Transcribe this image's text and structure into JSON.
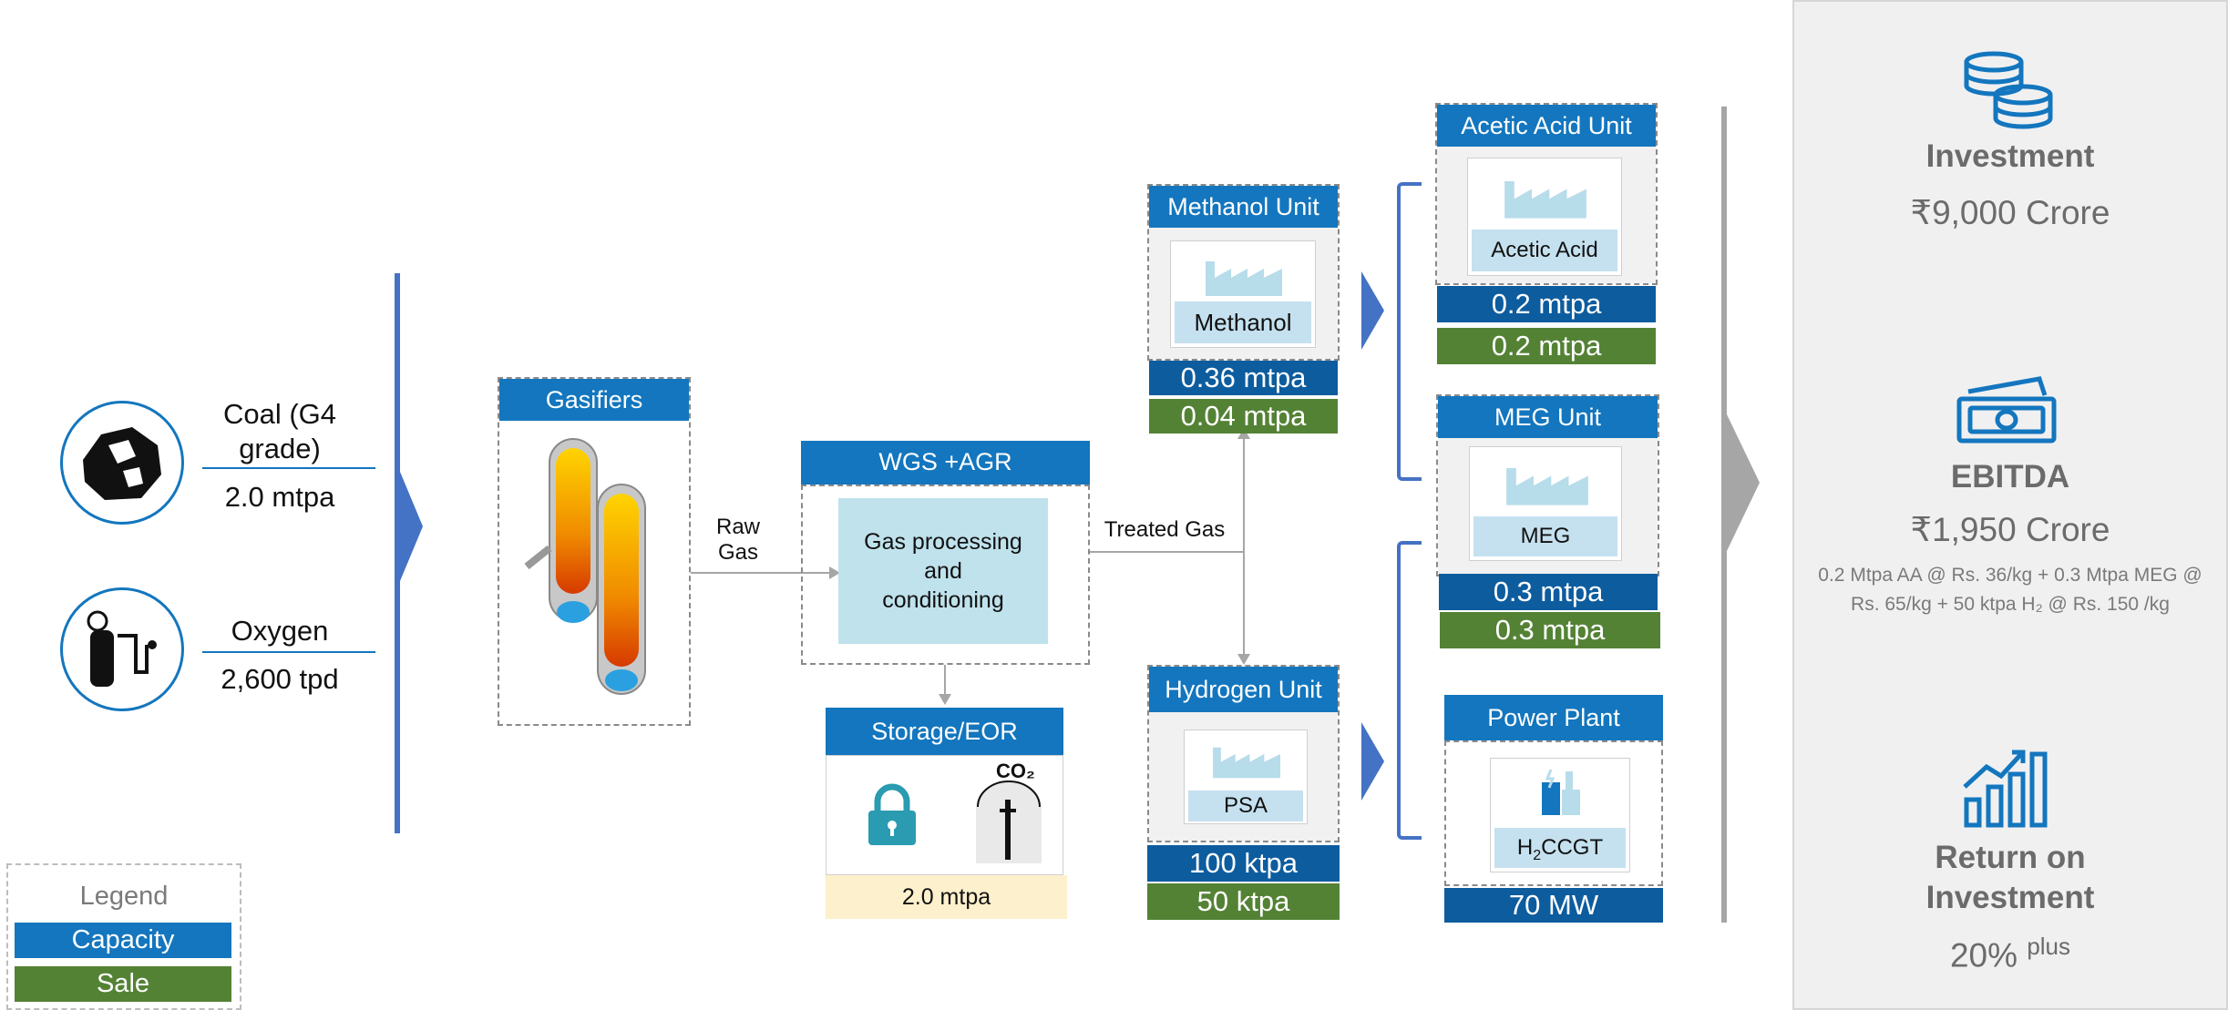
{
  "inputs": {
    "coal": {
      "label": "Coal (G4 grade)",
      "value": "2.0 mtpa"
    },
    "oxygen": {
      "label": "Oxygen",
      "value": "2,600 tpd"
    }
  },
  "gasifiers": {
    "title": "Gasifiers"
  },
  "raw_gas": "Raw Gas",
  "wgs": {
    "title": "WGS +AGR",
    "body": "Gas processing and conditioning"
  },
  "treated_gas": "Treated Gas",
  "storage": {
    "title": "Storage/EOR",
    "co2": "CO₂",
    "capacity": "2.0 mtpa"
  },
  "methanol": {
    "title": "Methanol Unit",
    "caption": "Methanol",
    "capacity": "0.36 mtpa",
    "sale": "0.04 mtpa"
  },
  "hydrogen": {
    "title": "Hydrogen Unit",
    "caption": "PSA",
    "capacity": "100 ktpa",
    "sale": "50 ktpa"
  },
  "acetic": {
    "title": "Acetic Acid Unit",
    "caption": "Acetic Acid",
    "capacity": "0.2 mtpa",
    "sale": "0.2 mtpa"
  },
  "meg": {
    "title": "MEG Unit",
    "caption": "MEG",
    "capacity": "0.3 mtpa",
    "sale": "0.3 mtpa"
  },
  "power": {
    "title": "Power Plant",
    "caption_sub": "2",
    "caption_main": "CCGT",
    "caption_pre": "H",
    "capacity": "70 MW"
  },
  "legend": {
    "title": "Legend",
    "capacity": "Capacity",
    "sale": "Sale"
  },
  "summary": {
    "investment": {
      "label": "Investment",
      "value": "₹9,000 Crore"
    },
    "ebitda": {
      "label": "EBITDA",
      "value": "₹1,950 Crore",
      "note": "0.2 Mtpa AA @ Rs. 36/kg + 0.3 Mtpa MEG @ Rs. 65/kg + 50 ktpa H₂ @ Rs. 150 /kg"
    },
    "roi": {
      "label": "Return on Investment",
      "value": "20%",
      "suffix": "plus"
    }
  },
  "colors": {
    "capacity": "#0d5c9e",
    "sale": "#548235",
    "header": "#1376be",
    "bracket": "#4472c4",
    "panel": "#f0f0f1"
  }
}
